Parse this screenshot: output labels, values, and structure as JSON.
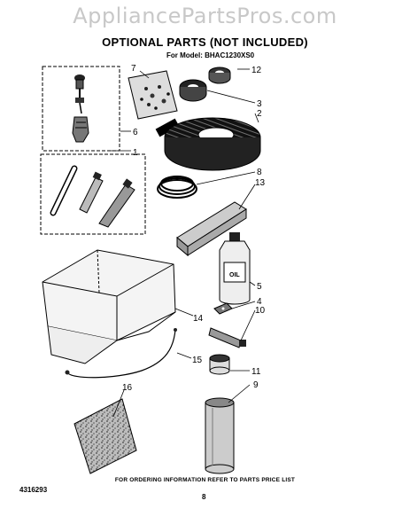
{
  "watermark": "AppliancePartsPros.com",
  "title": "OPTIONAL PARTS (NOT INCLUDED)",
  "model": "For Model: BHAC1230XS0",
  "instructions": "FOR ORDERING INFORMATION REFER TO PARTS PRICE LIST",
  "part_number": "4316293",
  "page_number": "8",
  "fine_print_left": "",
  "fine_print_right": "",
  "callouts": [
    "1",
    "2",
    "3",
    "4",
    "5",
    "6",
    "7",
    "8",
    "9",
    "10",
    "11",
    "12",
    "13",
    "14",
    "15",
    "16"
  ],
  "bottle_label": "OIL",
  "parts": [
    {
      "callout": "1",
      "icon": "tubes-kit-icon"
    },
    {
      "callout": "2",
      "icon": "foam-tape-roll-icon"
    },
    {
      "callout": "3",
      "icon": "tape-roll-icon"
    },
    {
      "callout": "4",
      "icon": "gasket-icon"
    },
    {
      "callout": "5",
      "icon": "oil-bottle-icon"
    },
    {
      "callout": "6",
      "icon": "valve-fitting-icon"
    },
    {
      "callout": "7",
      "icon": "hardware-bag-icon"
    },
    {
      "callout": "8",
      "icon": "coiled-cord-icon"
    },
    {
      "callout": "9",
      "icon": "spray-can-icon"
    },
    {
      "callout": "10",
      "icon": "tube-icon"
    },
    {
      "callout": "11",
      "icon": "small-can-icon"
    },
    {
      "callout": "12",
      "icon": "tape-roll-icon"
    },
    {
      "callout": "13",
      "icon": "foam-block-icon"
    },
    {
      "callout": "14",
      "icon": "cover-icon"
    },
    {
      "callout": "15",
      "icon": "cord-icon"
    },
    {
      "callout": "16",
      "icon": "filter-pad-icon"
    }
  ]
}
